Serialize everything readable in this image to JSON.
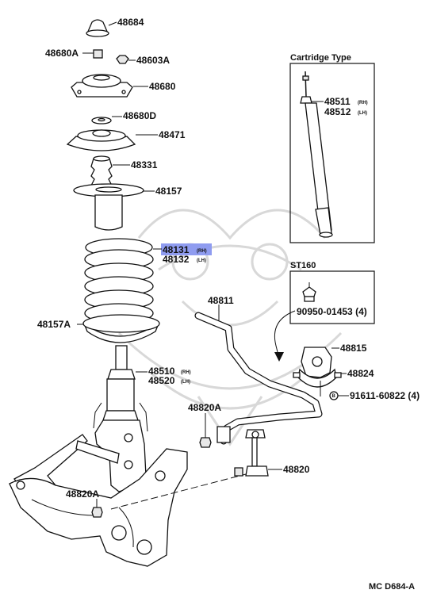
{
  "parts": {
    "p48684": "48684",
    "p48680A": "48680A",
    "p48603A": "48603A",
    "p48680": "48680",
    "p48680D": "48680D",
    "p48471": "48471",
    "p48331": "48331",
    "p48157": "48157",
    "p48131": "48131",
    "p48131_side": "(RH)",
    "p48132": "48132",
    "p48132_side": "(LH)",
    "p48157A": "48157A",
    "p48510": "48510",
    "p48510_side": "(RH)",
    "p48520": "48520",
    "p48520_side": "(LH)",
    "p48820A_upper": "48820A",
    "p48820A_lower": "48820A",
    "p48820": "48820",
    "p48811": "48811",
    "p48815": "48815",
    "p48824": "48824",
    "p91611": "91611-60822 (4)",
    "bolt_marker": "B",
    "p48511": "48511",
    "p48511_side": "(RH)",
    "p48512": "48512",
    "p48512_side": "(LH)",
    "p90950": "90950-01453 (4)"
  },
  "insets": {
    "cartridge_title": "Cartridge Type",
    "st160_title": "ST160"
  },
  "highlight": {
    "color": "#8f9cf0"
  },
  "footer": {
    "code": "MC D684-A"
  }
}
